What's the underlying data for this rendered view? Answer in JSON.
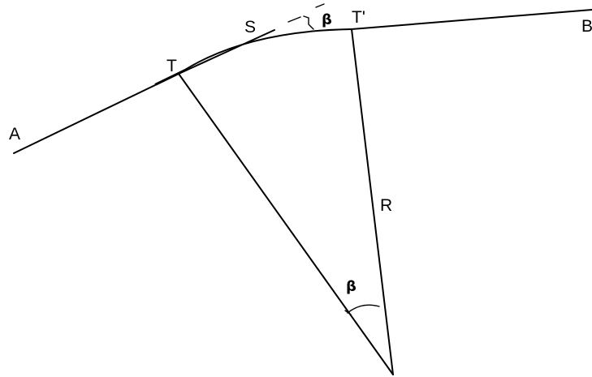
{
  "labels": {
    "point_a": "A",
    "point_b": "B",
    "point_t": "T",
    "point_t_prime": "T'",
    "point_s": "S",
    "radius": "R",
    "angle_top": "β",
    "angle_bottom": "β"
  }
}
